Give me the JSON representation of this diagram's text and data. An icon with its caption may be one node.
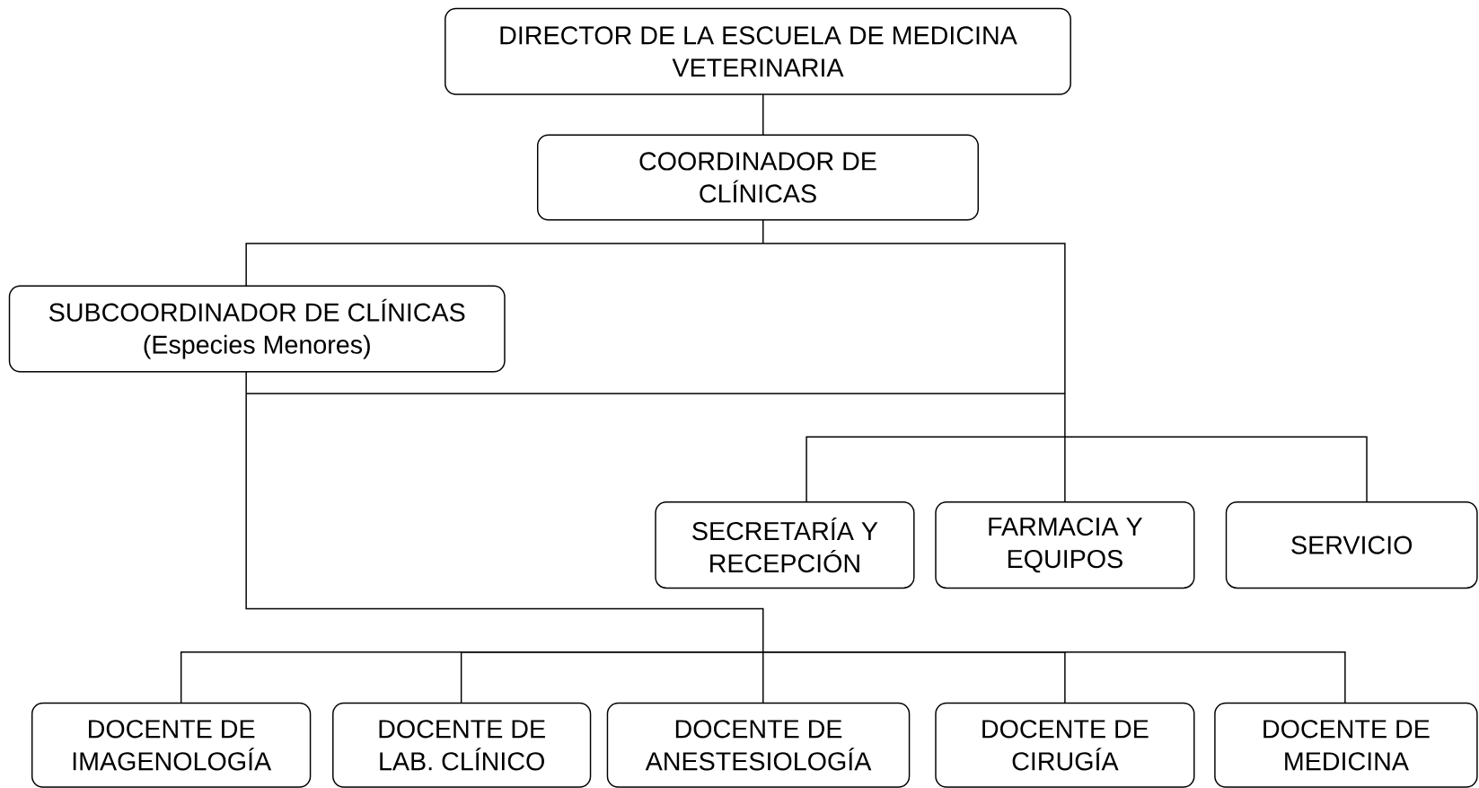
{
  "diagram": {
    "nodes": [
      {
        "text": [
          "DIRECTOR DE LA ESCUELA DE MEDICINA VETERINARIA"
        ]
      },
      {
        "text": [
          "COORDINADOR DE CLÍNICAS"
        ]
      },
      {
        "text": [
          "SUBCOORDINADOR DE CLÍNICAS (Especies Menores)"
        ]
      },
      {
        "text": [
          "SECRETARÍA Y RECEPCIÓN"
        ]
      },
      {
        "text": [
          "FARMACIA Y EQUIPOS"
        ]
      },
      {
        "text": [
          "SERVICIO"
        ]
      },
      {
        "text": [
          "DOCENTE DE IMAGENOLOGÍA"
        ]
      },
      {
        "text": [
          "DOCENTE DE LAB. CLÍNICO"
        ]
      },
      {
        "text": [
          "DOCENTE DE ANESTESIOLOGÍA"
        ]
      },
      {
        "text": [
          "DOCENTE DE CIRUGÍA"
        ]
      },
      {
        "text": [
          "DOCENTE DE MEDICINA"
        ]
      }
    ],
    "edges": [
      {
        "from": 0,
        "to": 1,
        "arrow": "none"
      },
      {
        "from": 1,
        "to": 2,
        "arrow": "none"
      },
      {
        "from": 1,
        "to": 3,
        "arrow": "none"
      },
      {
        "from": 1,
        "to": 4,
        "arrow": "none"
      },
      {
        "from": 1,
        "to": 5,
        "arrow": "none"
      },
      {
        "from": 2,
        "to": 3,
        "arrow": "none"
      },
      {
        "from": 2,
        "to": 4,
        "arrow": "none"
      },
      {
        "from": 2,
        "to": 5,
        "arrow": "none"
      },
      {
        "from": 2,
        "to": 6,
        "arrow": "none"
      },
      {
        "from": 2,
        "to": 7,
        "arrow": "none"
      },
      {
        "from": 2,
        "to": 8,
        "arrow": "none"
      },
      {
        "from": 2,
        "to": 9,
        "arrow": "none"
      },
      {
        "from": 2,
        "to": 10,
        "arrow": "none"
      }
    ]
  }
}
